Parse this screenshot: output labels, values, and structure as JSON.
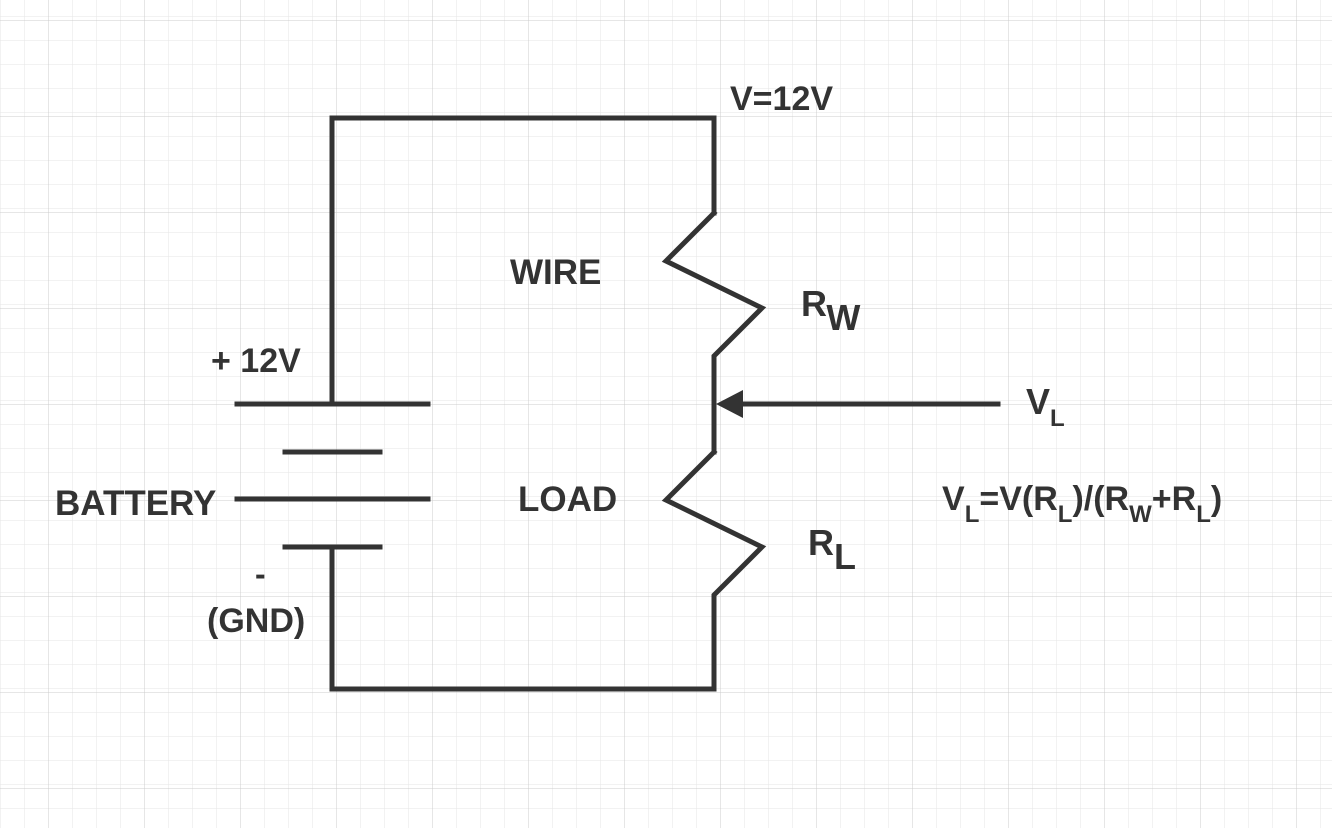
{
  "colors": {
    "ink": "#333333",
    "grid_minor": "#e6e6e6",
    "grid_major": "#cccccc",
    "background": "#ffffff"
  },
  "labels": {
    "source_voltage": "V=12V",
    "wire": "WIRE",
    "plus_12v": "+ 12V",
    "battery": "BATTERY",
    "minus": "-",
    "gnd": "(GND)",
    "load": "LOAD",
    "rw_main": "R",
    "rw_sub": "W",
    "rl_main": "R",
    "rl_sub": "L",
    "vl_main": "V",
    "vl_sub": "L"
  },
  "formula": {
    "parts": [
      {
        "t": "V",
        "sub": false
      },
      {
        "t": "L",
        "sub": true
      },
      {
        "t": "=V(R",
        "sub": false
      },
      {
        "t": "L",
        "sub": true
      },
      {
        "t": ")/(R",
        "sub": false
      },
      {
        "t": "W",
        "sub": true
      },
      {
        "t": "+R",
        "sub": false
      },
      {
        "t": "L",
        "sub": true
      },
      {
        "t": ")",
        "sub": false
      }
    ]
  }
}
